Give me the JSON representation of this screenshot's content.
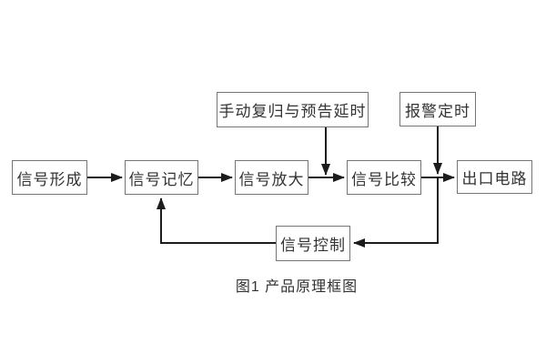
{
  "figure": {
    "caption": "图1 产品原理框图"
  },
  "colors": {
    "background": "#ffffff",
    "box_border": "#757575",
    "box_fill": "#ffffff",
    "text": "#333333",
    "arrow_line": "#1c1c1c"
  },
  "diagram": {
    "type": "block-diagram",
    "nodes": [
      {
        "id": "signal-formation",
        "label": "信号形成"
      },
      {
        "id": "signal-memory",
        "label": "信号记忆"
      },
      {
        "id": "signal-amplification",
        "label": "信号放大"
      },
      {
        "id": "signal-comparison",
        "label": "信号比较"
      },
      {
        "id": "output-circuit",
        "label": "出口电路"
      },
      {
        "id": "manual-reset-and-forecast-delay",
        "label": "手动复归与预告延时"
      },
      {
        "id": "alarm-timing",
        "label": "报警定时"
      },
      {
        "id": "signal-control",
        "label": "信号控制"
      }
    ],
    "edges": [
      {
        "from": "signal-formation",
        "to": "signal-memory",
        "style": "arrow-right"
      },
      {
        "from": "signal-memory",
        "to": "signal-amplification",
        "style": "arrow-right"
      },
      {
        "from": "signal-amplification",
        "to": "signal-comparison",
        "style": "arrow-right"
      },
      {
        "from": "signal-comparison",
        "to": "output-circuit",
        "style": "arrow-right"
      },
      {
        "from": "manual-reset-and-forecast-delay",
        "to": "connector(signal-amplification→signal-comparison)",
        "style": "arrow-down"
      },
      {
        "from": "alarm-timing",
        "to": "connector(signal-comparison→output-circuit)",
        "style": "arrow-down"
      },
      {
        "from": "connector(signal-comparison→output-circuit)",
        "to": "signal-control",
        "style": "down-then-left-arrow"
      },
      {
        "from": "signal-control",
        "to": "signal-memory",
        "style": "left-then-up-arrow"
      }
    ]
  }
}
